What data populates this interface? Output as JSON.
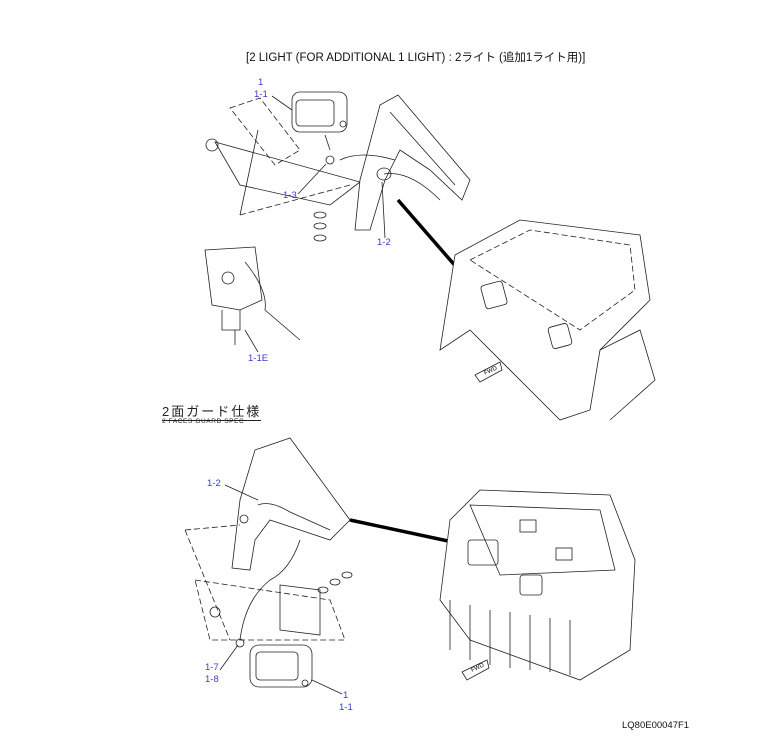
{
  "title": "[2 LIGHT (FOR ADDITIONAL 1 LIGHT) : 2ライト (追加1ライト用)]",
  "top_callouts": {
    "item": "1",
    "light": "1-1",
    "nut": "1-3",
    "harness": "1-2",
    "harness_end": "1-1E"
  },
  "spec": {
    "jp": "2面ガード仕様",
    "en": "2 FACES GUARD SPEC"
  },
  "bottom_callouts": {
    "harness": "1-2",
    "part7": "1-7",
    "part8": "1-8",
    "item": "1",
    "light": "1-1"
  },
  "fwd_label": "FWD",
  "drawing_code": "LQ80E00047F1"
}
